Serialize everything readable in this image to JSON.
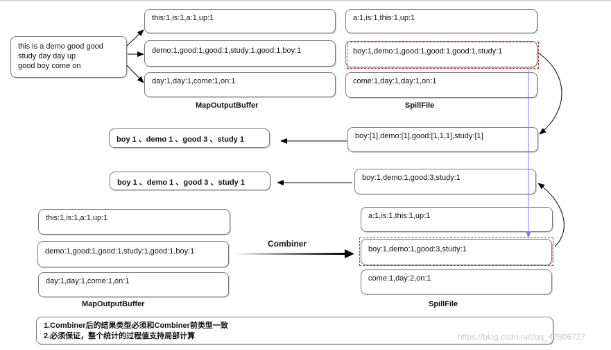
{
  "source_text": "this is a demo good good\nstudy day day up\ngood boy come on",
  "top": {
    "buffer_title": "MapOutputBuffer",
    "buffer_items": [
      "this:1,is:1,a:1,up:1",
      "demo:1,good:1,good:1,study:1,good:1,boy:1",
      "day:1,day:1,come:1,on:1"
    ],
    "spill_title": "SpillFile",
    "spill_items": [
      "a:1,is:1,this:1,up:1",
      "boy:1,demo:1,good:1,good:1,good:1,study:1",
      "come:1,day:1,day:1,on:1"
    ]
  },
  "middle": {
    "grouped": "boy:[1],demo:[1],good:[1,1,1],study:[1]",
    "result_1": "boy 1 、demo 1 、good 3 、study 1",
    "combined": "boy:1,demo:1,good:3,study:1",
    "result_2": "boy 1 、demo 1 、good 3 、study 1"
  },
  "bottom": {
    "buffer_title": "MapOutputBuffer",
    "buffer_items": [
      "this:1,is:1,a:1,up:1",
      "demo:1,good:1,good:1,study:1,good:1,boy:1",
      "day:1,day:1,come:1,on:1"
    ],
    "combiner_label": "Combiner",
    "spill_title": "SpillFile",
    "spill_items": [
      "a:1,is:1,this:1,up:1",
      "boy:1,demo:1,good:3,study:1",
      "come:1,day:2,on:1"
    ]
  },
  "note": {
    "line1": "1.Combiner后的结果类型必须和Combiner前类型一致",
    "line2": "2.必须保证，整个统计的过程值支持局部计算"
  },
  "watermark": "https://blog.csdn.net/qq_42806727",
  "colors": {
    "dashed_highlight": "#d02020",
    "blue_arrow": "#7b7bff",
    "border": "#7a7a7a"
  }
}
